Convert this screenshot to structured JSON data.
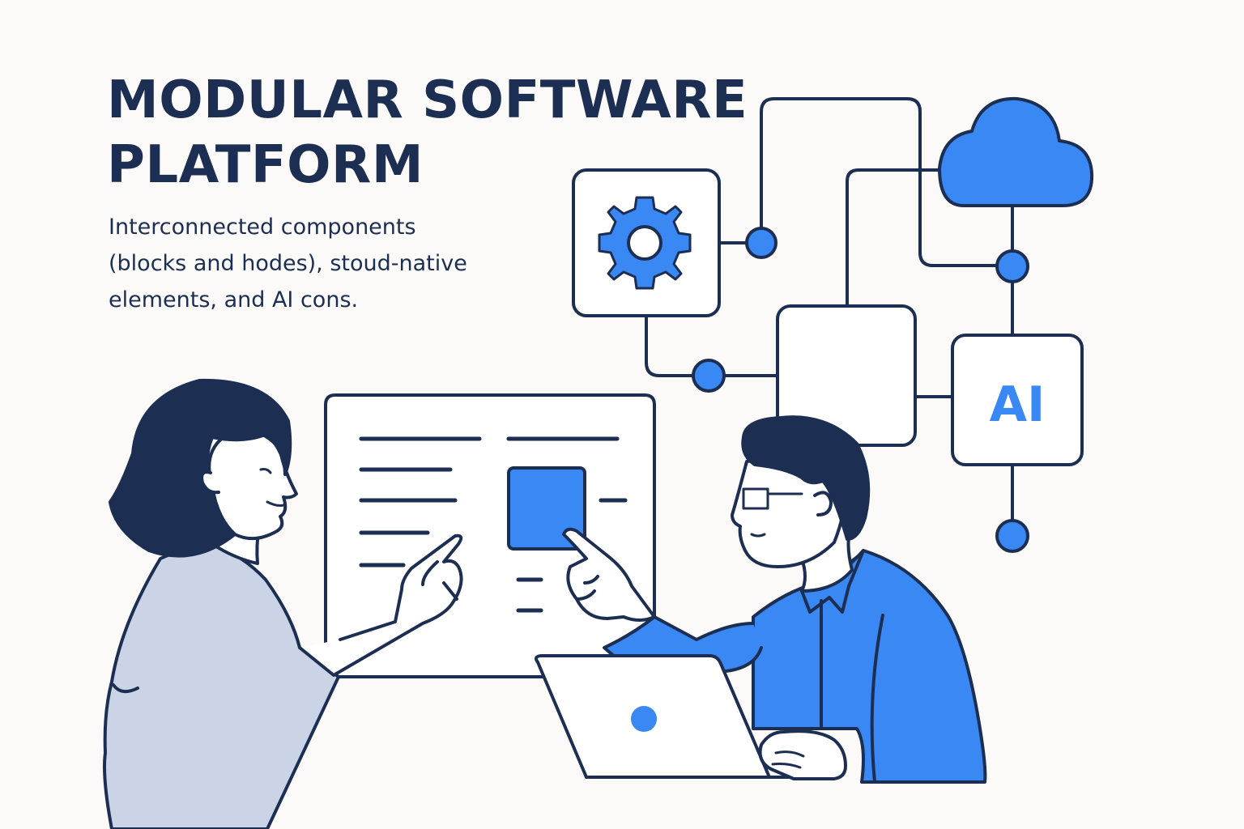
{
  "title_lines": [
    "MODULAR SOFTWARE",
    "PLATFORM"
  ],
  "subtitle_lines": [
    "Interconnected components",
    "(blocks and hodes), stoud-native",
    "elements, and AI  cons."
  ],
  "ai_block_label": "AI",
  "colors": {
    "background": "#fbfaf8",
    "ink": "#1c2f52",
    "accent_blue": "#3a88f4",
    "shirt_gray": "#cbd4e6"
  },
  "icons": [
    "gear-icon",
    "cloud-icon",
    "ai-icon",
    "laptop-icon",
    "connector-node-icon"
  ]
}
